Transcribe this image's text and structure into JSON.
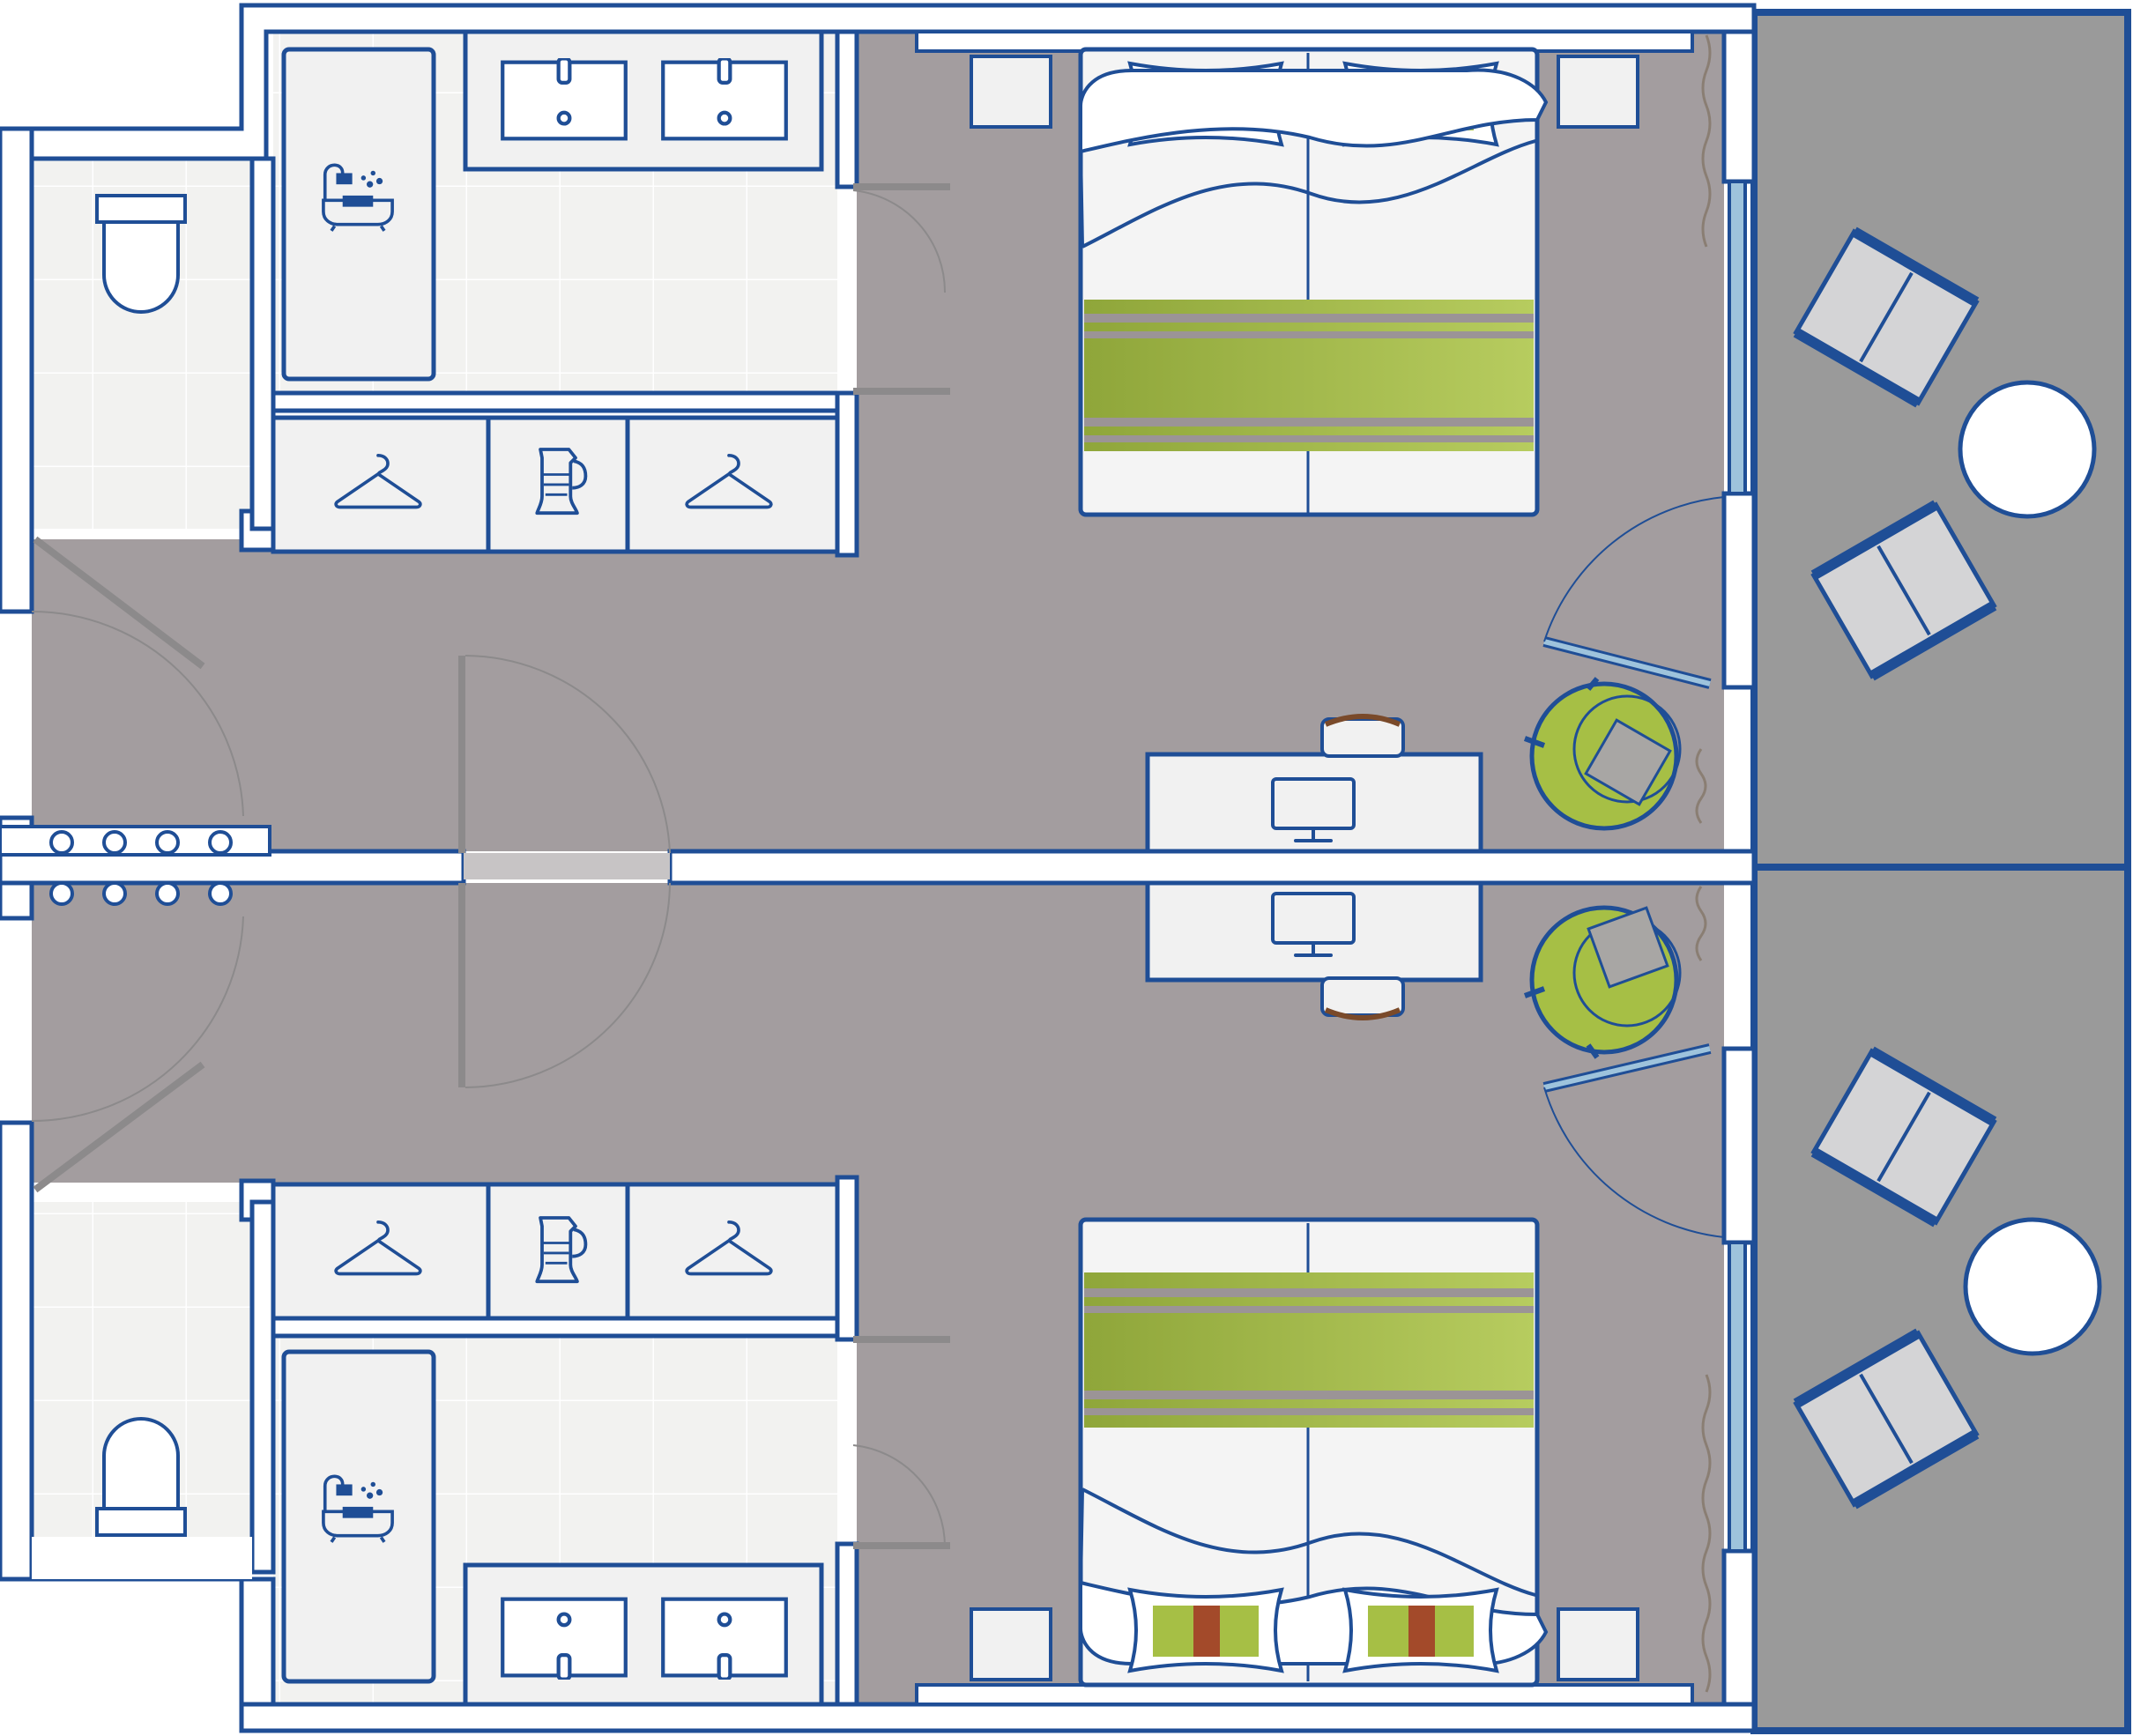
{
  "plan": {
    "colors": {
      "wall": "#1f4e96",
      "wall_fill": "#ffffff",
      "carpet": "#a39d9f",
      "balcony": "#9a9a9a",
      "tile": "#f2f2f0",
      "tile_line": "#ffffff",
      "furniture": "#f1f1f1",
      "accent_green": "#a6bf45",
      "accent_green_dark": "#8fa63a",
      "accent_rust": "#a34a2a",
      "glass": "#9ec3dc",
      "shadow": "#8f8a8c"
    },
    "units": [
      {
        "id": "upper",
        "rooms": [
          "wc",
          "bathroom",
          "wardrobe",
          "hallway",
          "bedroom",
          "balcony"
        ],
        "icons": [
          "toilet-icon",
          "shower-bath-icon",
          "sink-icon",
          "sink-icon",
          "hanger-icon",
          "kettle-icon",
          "hanger-icon",
          "monitor-icon"
        ]
      },
      {
        "id": "lower",
        "rooms": [
          "wc",
          "bathroom",
          "wardrobe",
          "hallway",
          "bedroom",
          "balcony"
        ],
        "icons": [
          "toilet-icon",
          "shower-bath-icon",
          "sink-icon",
          "sink-icon",
          "hanger-icon",
          "kettle-icon",
          "hanger-icon",
          "monitor-icon"
        ]
      }
    ]
  }
}
